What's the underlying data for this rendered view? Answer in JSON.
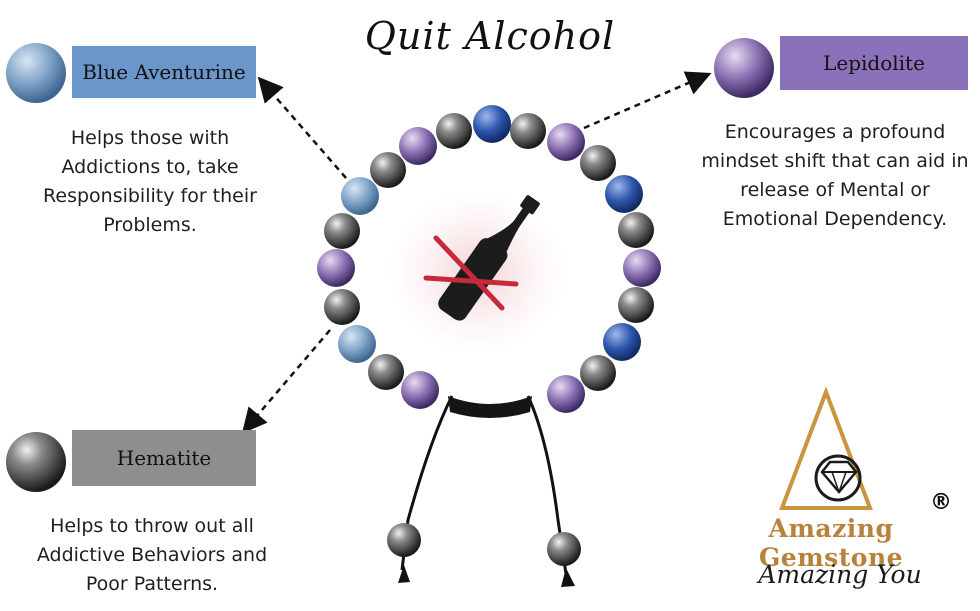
{
  "title": "Quit Alcohol",
  "stones": {
    "blue_aventurine": {
      "label": "Blue Aventurine",
      "description_lines": [
        "Helps those with",
        "Addictions to, take",
        "Responsibility for their",
        "Problems."
      ]
    },
    "lepidolite": {
      "label": "Lepidolite",
      "description_lines": [
        "Encourages a profound",
        "mindset shift that can aid in",
        "release of Mental or",
        "Emotional Dependency."
      ]
    },
    "hematite": {
      "label": "Hematite",
      "description_lines": [
        "Helps to throw out all",
        "Addictive Behaviors and",
        "Poor Patterns."
      ]
    }
  },
  "brand": {
    "name": "Amazing Gemstone",
    "registered_mark": "®",
    "tagline": "Amazing You"
  },
  "colors": {
    "blue_label": "#6b96c9",
    "purple_label": "#8b71ba",
    "gray_label": "#8e8e91",
    "brand_gold": "#b8823d",
    "cross_red": "#c8283c"
  },
  "icons": [
    "no-alcohol-bottle-icon",
    "diamond-logo-icon"
  ]
}
